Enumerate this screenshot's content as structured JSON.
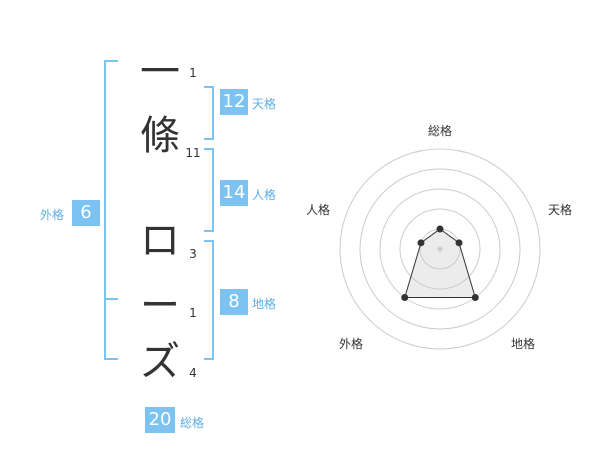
{
  "name_chars": [
    {
      "char": "一",
      "strokes": "1"
    },
    {
      "char": "條",
      "strokes": "11"
    },
    {
      "char": "ロ",
      "strokes": "3"
    },
    {
      "char": "ー",
      "strokes": "1"
    },
    {
      "char": "ズ",
      "strokes": "4"
    }
  ],
  "kaku": {
    "tenkaku": {
      "value": "12",
      "label": "天格"
    },
    "jinkaku": {
      "value": "14",
      "label": "人格"
    },
    "chikaku": {
      "value": "8",
      "label": "地格"
    },
    "gaikaku": {
      "value": "6",
      "label": "外格"
    },
    "soukaku": {
      "value": "20",
      "label": "総格"
    }
  },
  "radar": {
    "labels": {
      "top": "総格",
      "top_right": "天格",
      "bottom_right": "地格",
      "bottom_left": "外格",
      "top_left": "人格"
    },
    "values": {
      "総格": 1,
      "天格": 1,
      "地格": 3,
      "外格": 3,
      "人格": 1
    },
    "max_level": 5
  },
  "colors": {
    "accent": "#7cc3f2",
    "text": "#333333",
    "label": "#5aaee8"
  }
}
